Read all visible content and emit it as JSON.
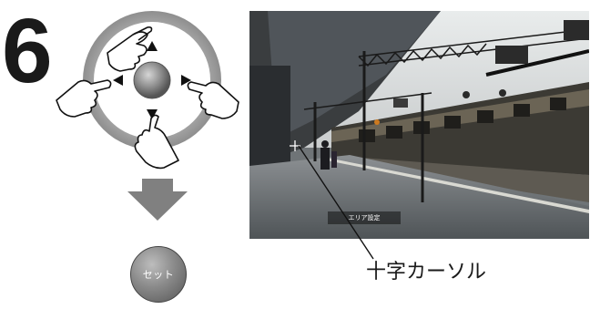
{
  "step": {
    "number": "6"
  },
  "controls": {
    "dpad": {
      "up_icon": "triangle-up",
      "down_icon": "triangle-down",
      "left_icon": "triangle-left",
      "right_icon": "triangle-right"
    },
    "flow_icon": "arrow-down",
    "set_button": {
      "label": "セット"
    }
  },
  "camera": {
    "osd_label": "エリア設定",
    "cursor_icon": "crosshair"
  },
  "callout": {
    "label": "十字カーソル"
  },
  "colors": {
    "ring": "#9a9a9a",
    "arrow": "#808080",
    "button": "#7a7a7a",
    "text": "#1a1a1a"
  }
}
